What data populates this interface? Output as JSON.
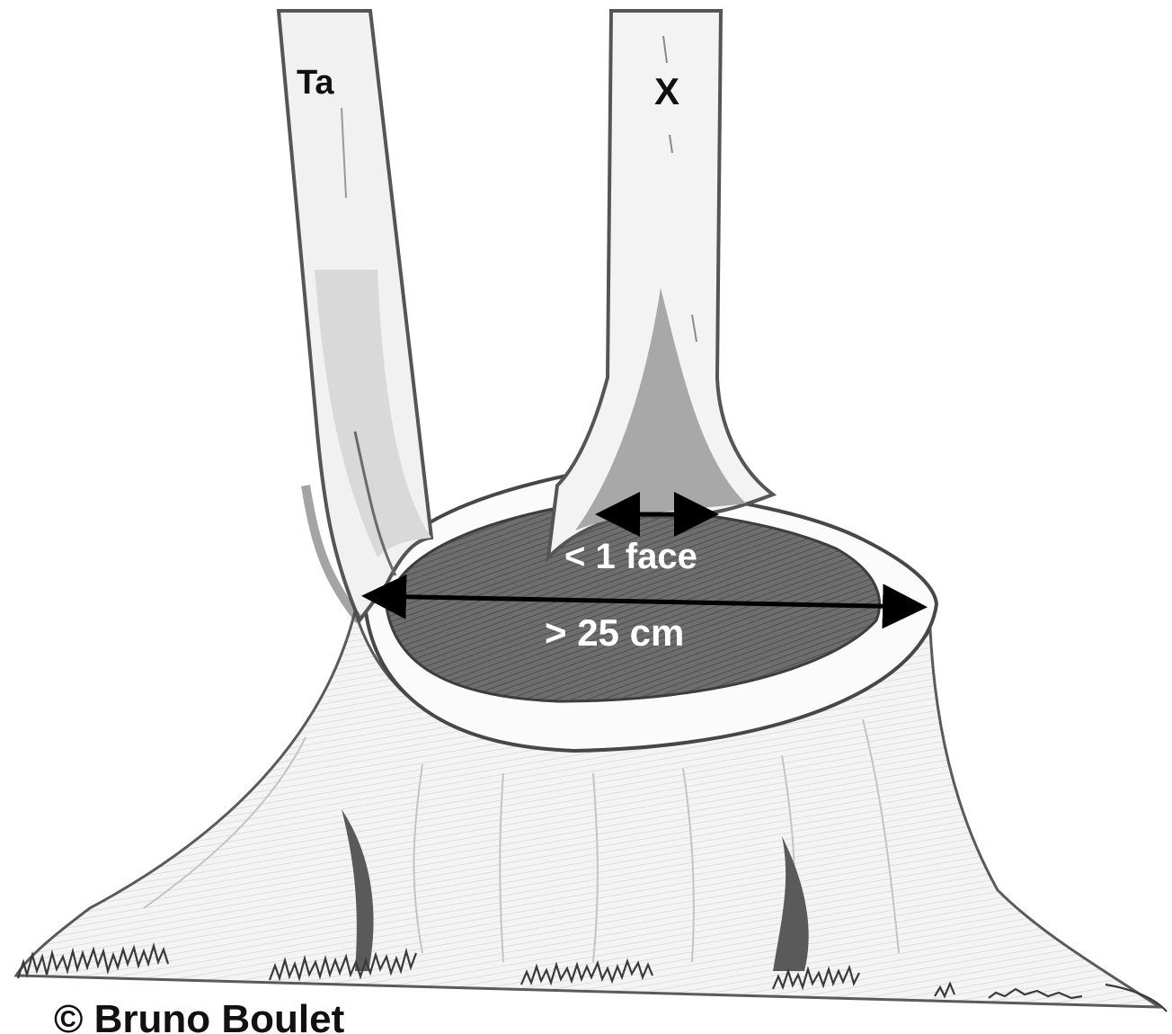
{
  "labels": {
    "stem_left": "Ta",
    "stem_right": "X",
    "small_measure": "< 1 face",
    "large_measure": "> 25 cm"
  },
  "copyright": "© Bruno Boulet",
  "colors": {
    "pencil": "#3a3a3a",
    "pencil_light": "#8a8a8a",
    "shade": "#6b6b6b",
    "shade_dark": "#4a4a4a",
    "arrow": "#000000",
    "label_dark": "#111111",
    "label_light": "#ffffff"
  }
}
